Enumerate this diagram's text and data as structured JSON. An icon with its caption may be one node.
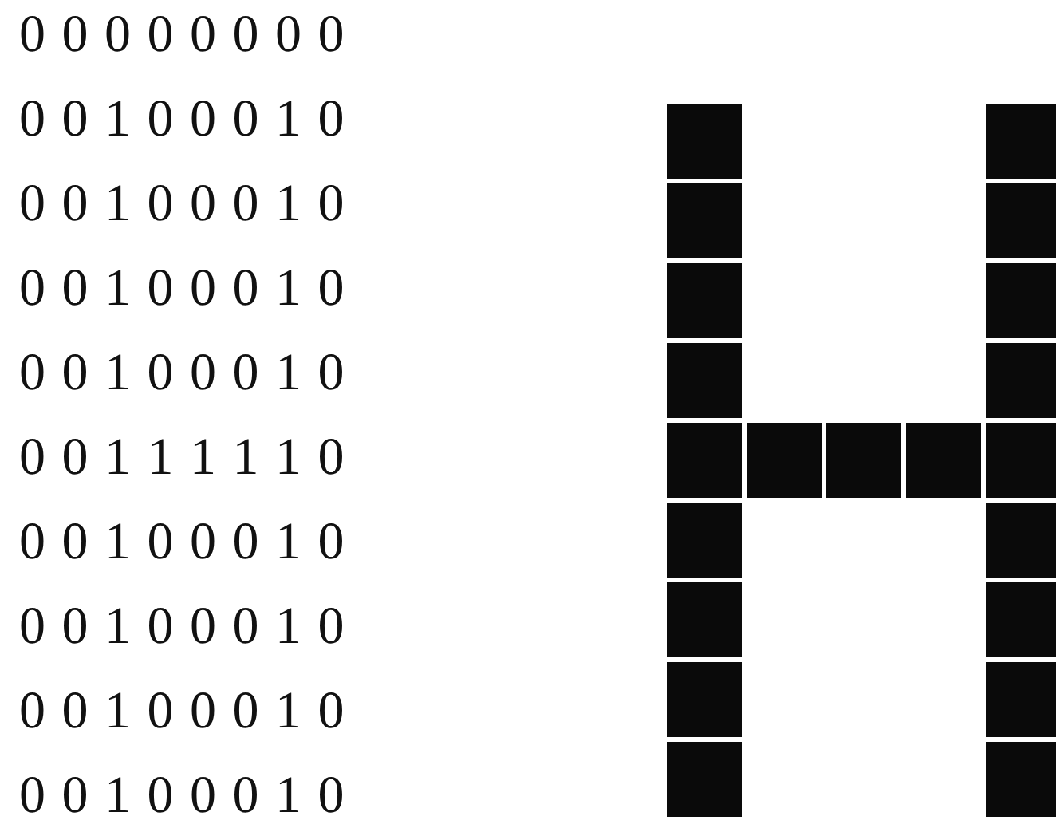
{
  "diagram": {
    "labels": [
      "0 0 0 0 0 0 0 0",
      "0 0 1 0 0 0 1 0",
      "0 0 1 0 0 0 1 0",
      "0 0 1 0 0 0 1 0",
      "0 0 1 0 0 0 1 0",
      "0 0 1 1 1 1 1 0",
      "0 0 1 0 0 0 1 0",
      "0 0 1 0 0 0 1 0",
      "0 0 1 0 0 0 1 0",
      "0 0 1 0 0 0 1 0"
    ]
  }
}
